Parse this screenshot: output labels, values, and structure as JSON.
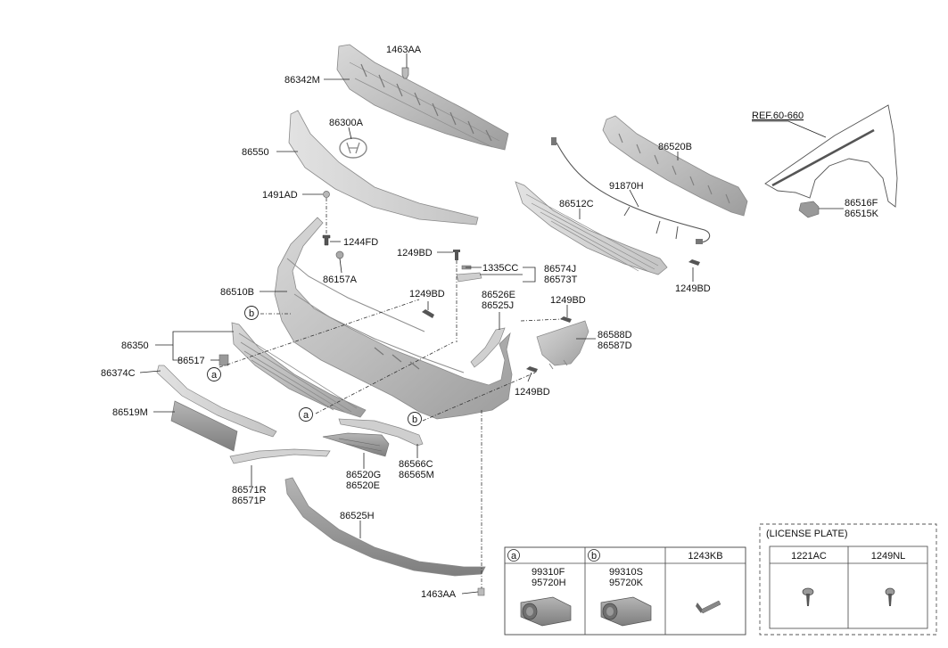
{
  "reference": "REF.60-660",
  "labels": {
    "p1463AA_top": "1463AA",
    "p86342M": "86342M",
    "p86300A": "86300A",
    "p86550": "86550",
    "p1491AD": "1491AD",
    "p1244FD": "1244FD",
    "p86157A": "86157A",
    "p1249BD_a": "1249BD",
    "p1335CC": "1335CC",
    "p86574J": "86574J",
    "p86573T": "86573T",
    "p86510B": "86510B",
    "p1249BD_b": "1249BD",
    "p86526E": "86526E",
    "p86525J": "86525J",
    "p1249BD_c": "1249BD",
    "p86588D": "86588D",
    "p86587D": "86587D",
    "p86350": "86350",
    "p86517": "86517",
    "p86374C": "86374C",
    "p1249BD_d": "1249BD",
    "p86519M": "86519M",
    "p86566C": "86566C",
    "p86565M": "86565M",
    "p86520G": "86520G",
    "p86520E": "86520E",
    "p86571R": "86571R",
    "p86571P": "86571P",
    "p86525H": "86525H",
    "p1463AA_bottom": "1463AA",
    "p86520B": "86520B",
    "p91870H": "91870H",
    "p86512C": "86512C",
    "p1249BD_e": "1249BD",
    "p86516F": "86516F",
    "p86515K": "86515K"
  },
  "callouts": {
    "a": "a",
    "b": "b"
  },
  "legend": {
    "cells": [
      {
        "marker": "a",
        "codes": [
          "99310F",
          "95720H"
        ]
      },
      {
        "marker": "b",
        "codes": [
          "99310S",
          "95720K"
        ]
      },
      {
        "marker": "",
        "codes": [
          "1243KB"
        ]
      }
    ]
  },
  "license_plate": {
    "title": "(LICENSE PLATE)",
    "cells": [
      "1221AC",
      "1249NL"
    ]
  },
  "colors": {
    "part_fill": "#c9c9c9",
    "part_dark": "#9e9e9e",
    "line": "#222222",
    "box_border": "#555555"
  }
}
